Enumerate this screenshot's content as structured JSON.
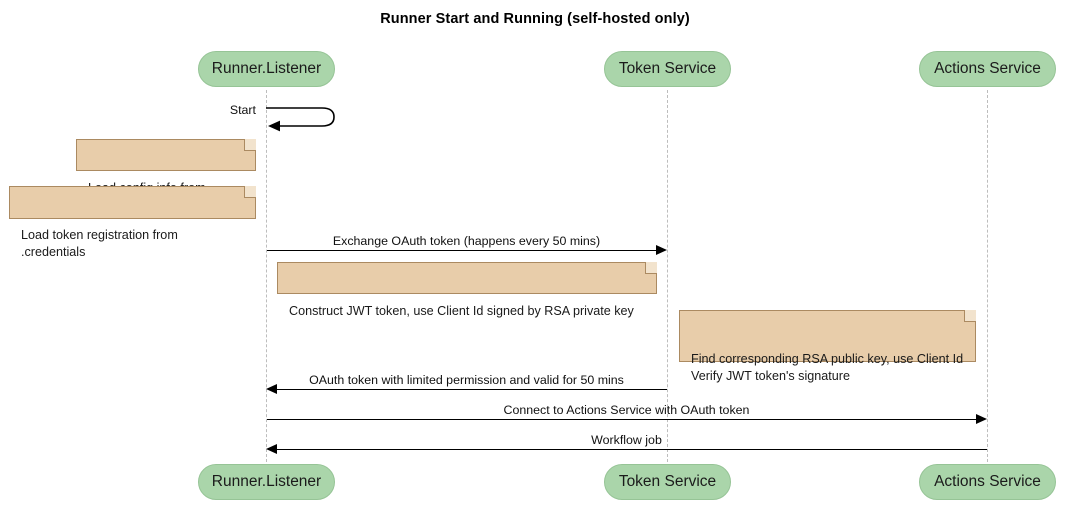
{
  "diagram": {
    "type": "sequence-diagram",
    "title": "Runner Start and Running (self-hosted only)",
    "colors": {
      "participant_fill": "#aad5aa",
      "participant_border": "#96c496",
      "note_fill": "#e8cdaa",
      "note_border": "#ab8a61",
      "lifeline": "#bdbdbd",
      "message": "#000000",
      "background": "#ffffff"
    }
  },
  "participants": [
    {
      "id": "runner",
      "label": "Runner.Listener"
    },
    {
      "id": "token",
      "label": "Token Service"
    },
    {
      "id": "actions",
      "label": "Actions Service"
    }
  ],
  "participants_bottom": [
    {
      "id": "runner",
      "label": "Runner.Listener"
    },
    {
      "id": "token",
      "label": "Token Service"
    },
    {
      "id": "actions",
      "label": "Actions Service"
    }
  ],
  "messages": [
    {
      "id": "m1",
      "label": "Start",
      "from": "runner",
      "to": "runner",
      "kind": "self",
      "arrow": "solid-filled"
    },
    {
      "id": "m2",
      "label": "Exchange OAuth token (happens every 50 mins)",
      "from": "runner",
      "to": "token",
      "kind": "sync",
      "direction": "right",
      "arrow": "solid-filled"
    },
    {
      "id": "m3",
      "label": "OAuth token with limited permission and valid for 50 mins",
      "from": "token",
      "to": "runner",
      "kind": "return",
      "direction": "left",
      "arrow": "solid-filled"
    },
    {
      "id": "m4",
      "label": "Connect to Actions Service with OAuth token",
      "from": "runner",
      "to": "actions",
      "kind": "sync",
      "direction": "right",
      "arrow": "solid-filled"
    },
    {
      "id": "m5",
      "label": "Workflow job",
      "from": "actions",
      "to": "runner",
      "kind": "return",
      "direction": "left",
      "arrow": "solid-filled"
    }
  ],
  "notes": [
    {
      "id": "n1",
      "text": "Load config info from .runner",
      "attached_to": "runner",
      "position": "left"
    },
    {
      "id": "n2",
      "text": "Load token registration from .credentials",
      "attached_to": "runner",
      "position": "left"
    },
    {
      "id": "n3",
      "text": "Construct JWT token, use Client Id signed by RSA private key",
      "attached_to": "runner",
      "position": "right"
    },
    {
      "id": "n4",
      "text": "Find corresponding RSA public key, use Client Id\nVerify JWT token's signature",
      "attached_to": "token",
      "position": "right"
    }
  ]
}
